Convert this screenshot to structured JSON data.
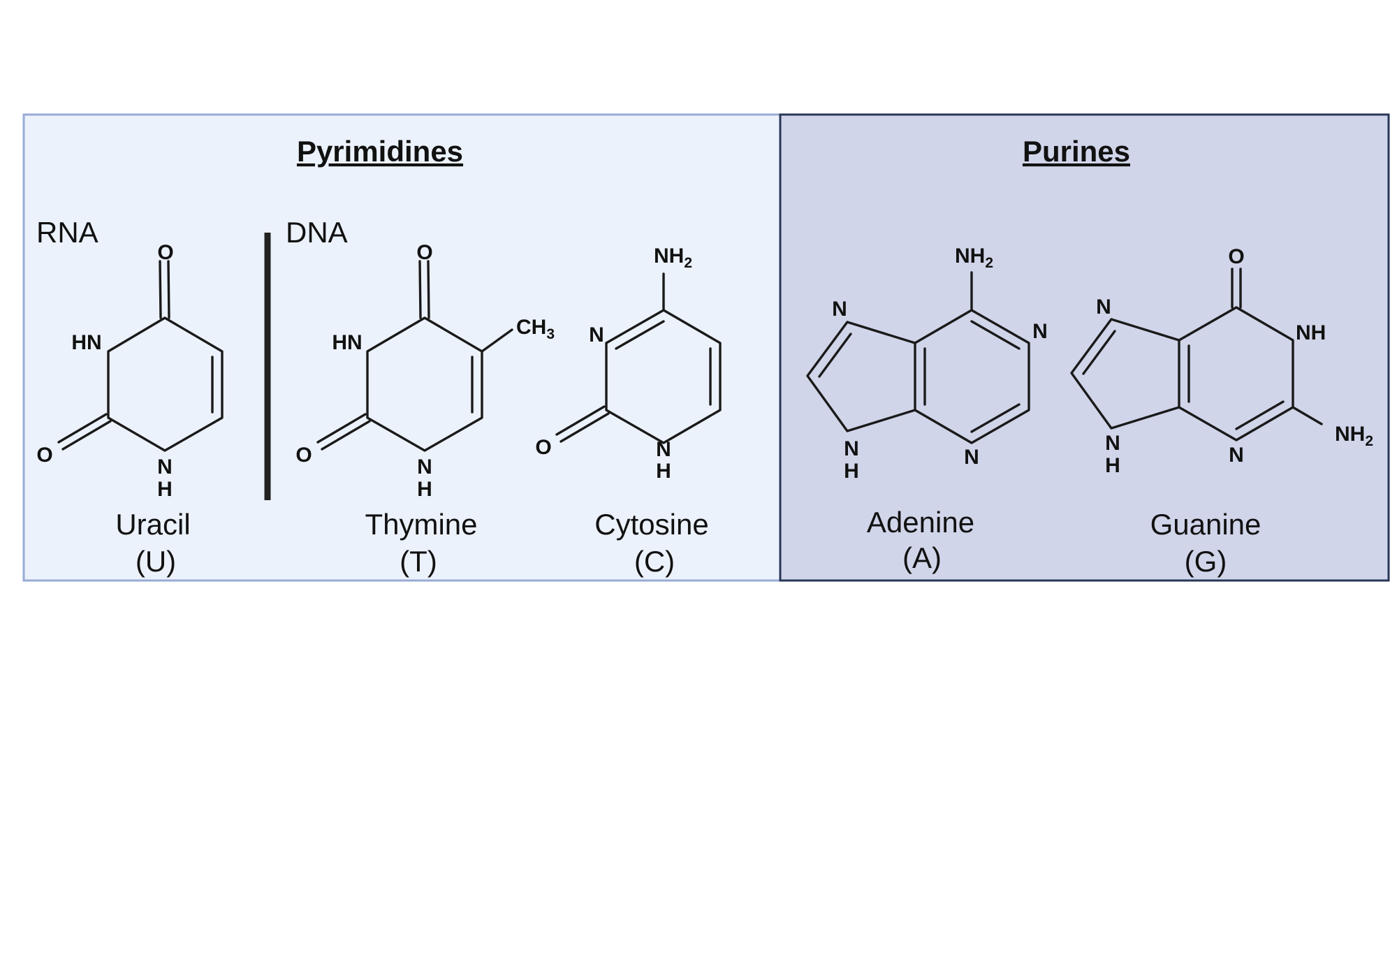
{
  "colors": {
    "pyrimidine_fill": "#ecf2fb",
    "pyrimidine_border": "#97abd6",
    "purine_fill": "#d0d5e9",
    "purine_border": "#283658",
    "divider": "#222222"
  },
  "pyrimidines": {
    "title": "Pyrimidines",
    "rna_label": "RNA",
    "dna_label": "DNA",
    "uracil": {
      "name": "Uracil",
      "abbrev": "(U)",
      "atoms": {
        "o_top": "O",
        "hn": "HN",
        "o_left": "O",
        "n": "N",
        "h": "H"
      }
    },
    "thymine": {
      "name": "Thymine",
      "abbrev": "(T)",
      "atoms": {
        "o_top": "O",
        "hn": "HN",
        "ch": "CH",
        "ch_sub": "3",
        "o_left": "O",
        "n": "N",
        "h": "H"
      }
    },
    "cytosine": {
      "name": "Cytosine",
      "abbrev": "(C)",
      "atoms": {
        "nh": "NH",
        "nh_sub": "2",
        "n_ring": "N",
        "o_left": "O",
        "n": "N",
        "h": "H"
      }
    }
  },
  "purines": {
    "title": "Purines",
    "adenine": {
      "name": "Adenine",
      "abbrev": "(A)",
      "atoms": {
        "nh": "NH",
        "nh_sub": "2",
        "n7": "N",
        "n1": "N",
        "n9": "N",
        "h9": "H",
        "n3": "N"
      }
    },
    "guanine": {
      "name": "Guanine",
      "abbrev": "(G)",
      "atoms": {
        "o": "O",
        "n7": "N",
        "nh1": "NH",
        "n9": "N",
        "h9": "H",
        "n3": "N",
        "nh": "NH",
        "nh_sub": "2"
      }
    }
  }
}
